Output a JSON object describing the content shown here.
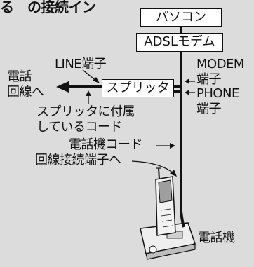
{
  "title": "る　の接続イン",
  "boxes": {
    "pc": "パソコン",
    "modem": "ADSLモデム",
    "splitter": "スプリッタ"
  },
  "labels": {
    "line_terminal": "LINE端子",
    "telephone_line": [
      "電話",
      "回線へ"
    ],
    "modem_terminal": [
      "MODEM",
      "端子"
    ],
    "phone_terminal": [
      "PHONE",
      "端子"
    ],
    "splitter_accessory": [
      "スプリッタに付属",
      "しているコード"
    ],
    "phone_cord": "電話機コード",
    "line_jack": "回線接続端子へ",
    "telephone": "電話機"
  },
  "colors": {
    "background": "#dcdcdc",
    "line": "#111111",
    "box_fill": "#ffffff"
  }
}
